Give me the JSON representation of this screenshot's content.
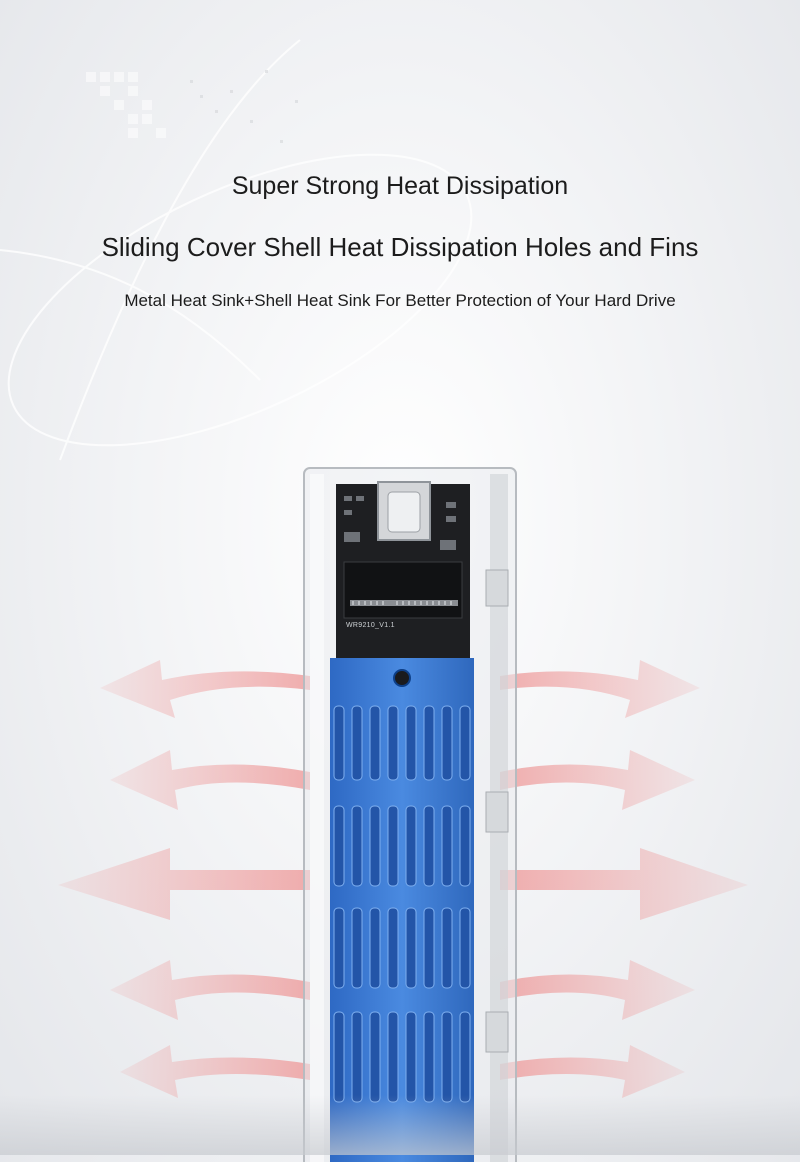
{
  "headline": {
    "title": "Super Strong Heat Dissipation",
    "subtitle": "Sliding Cover Shell Heat Dissipation Holes and Fins",
    "description": "Metal Heat Sink+Shell Heat Sink For Better Protection of Your Hard Drive"
  },
  "device": {
    "board_model_label": "WR9210_V1.1",
    "heatsink_color": "#3f7fd6",
    "shell_color": "#c9ccd0"
  },
  "colors": {
    "arrow": "#ee9a9a",
    "text": "#1c1c1c"
  }
}
